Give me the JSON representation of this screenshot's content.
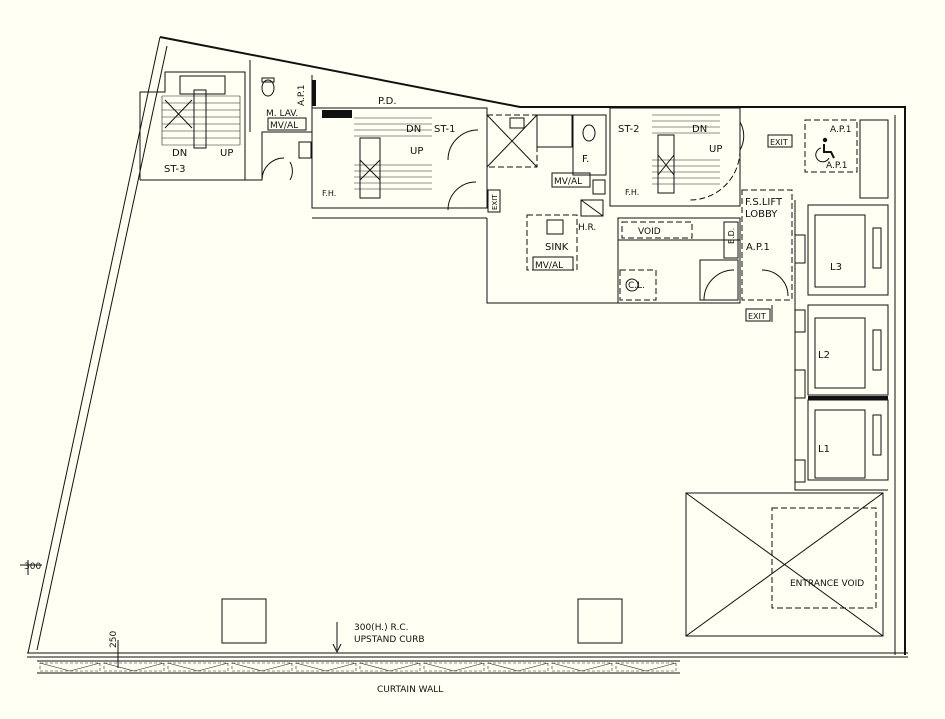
{
  "labels": {
    "pd": "P.D.",
    "dn": "DN",
    "up": "UP",
    "st1": "ST-1",
    "st2": "ST-2",
    "st3": "ST-3",
    "mlav": "M. LAV.",
    "mval": "MV/AL",
    "ap1": "A.P.1",
    "fh": "F.H.",
    "f": "F.",
    "hr": "H.R.",
    "sink": "SINK",
    "exit": "EXIT",
    "void": "VOID",
    "cl": "C.L.",
    "ed": "E.D.",
    "fs_lift_lobby_1": "F.S.LIFT",
    "fs_lift_lobby_2": "LOBBY",
    "l1": "L1",
    "l2": "L2",
    "l3": "L3",
    "entrance_void": "ENTRANCE VOID",
    "curb_1": "300(H.) R.C.",
    "curb_2": "UPSTAND CURB",
    "curtain_wall": "CURTAIN WALL",
    "dim_300": "300",
    "dim_250": "250"
  },
  "icons": {
    "accessible": "wheelchair-icon"
  }
}
